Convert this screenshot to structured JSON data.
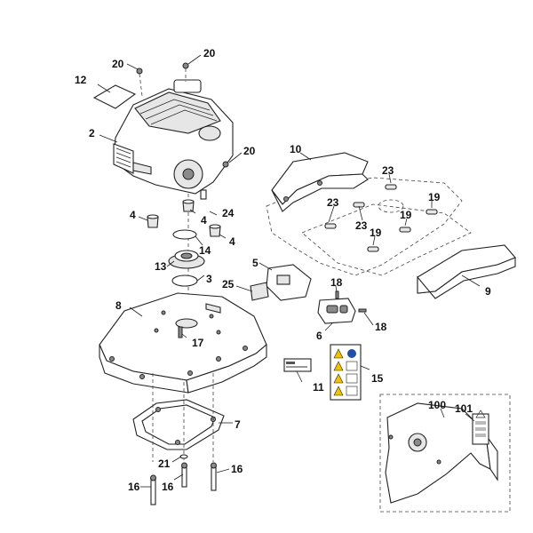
{
  "callouts": {
    "c20a": "20",
    "c20b": "20",
    "c20c": "20",
    "c12": "12",
    "c2": "2",
    "c10": "10",
    "c23a": "23",
    "c23b": "23",
    "c23c": "23",
    "c19a": "19",
    "c19b": "19",
    "c19c": "19",
    "c24": "24",
    "c4a": "4",
    "c4b": "4",
    "c4c": "4",
    "c14": "14",
    "c13": "13",
    "c3": "3",
    "c5": "5",
    "c25": "25",
    "c18a": "18",
    "c18b": "18",
    "c9": "9",
    "c8": "8",
    "c6": "6",
    "c17": "17",
    "c15": "15",
    "c11": "11",
    "c7": "7",
    "c21": "21",
    "c16a": "16",
    "c16b": "16",
    "c16c": "16",
    "c100": "100",
    "c101": "101"
  },
  "colors": {
    "warning_yellow": "#f2c200",
    "label_blue": "#1f4fa8",
    "line": "#222222"
  }
}
